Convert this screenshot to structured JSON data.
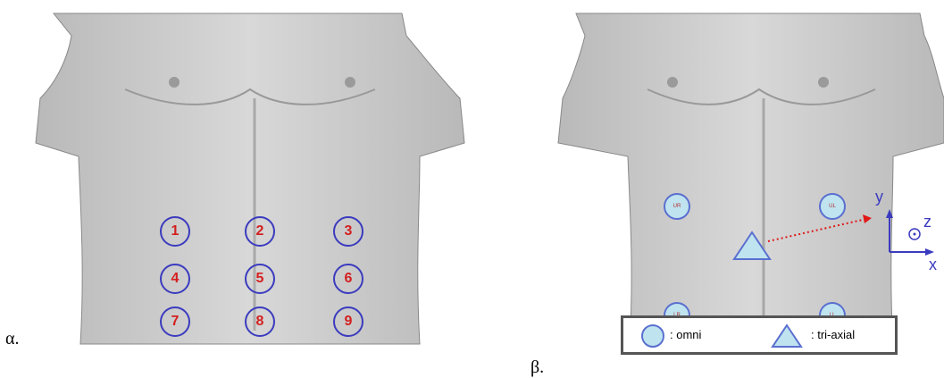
{
  "panel_a": {
    "label": "α.",
    "sensors": [
      "1",
      "2",
      "3",
      "4",
      "5",
      "6",
      "7",
      "8",
      "9"
    ]
  },
  "panel_b": {
    "label": "β.",
    "omni_sensors": [
      "UR",
      "UL",
      "LR",
      "LL"
    ],
    "axes": {
      "x": "x",
      "y": "y",
      "z": "z"
    },
    "legend": {
      "omni": ": omni",
      "triaxial": ": tri-axial"
    }
  },
  "colors": {
    "sensor_ring": "#3b3bbf",
    "sensor_number": "#d41f1f",
    "omni_fill": "#bfe3ef",
    "arrow": "#e01818"
  }
}
